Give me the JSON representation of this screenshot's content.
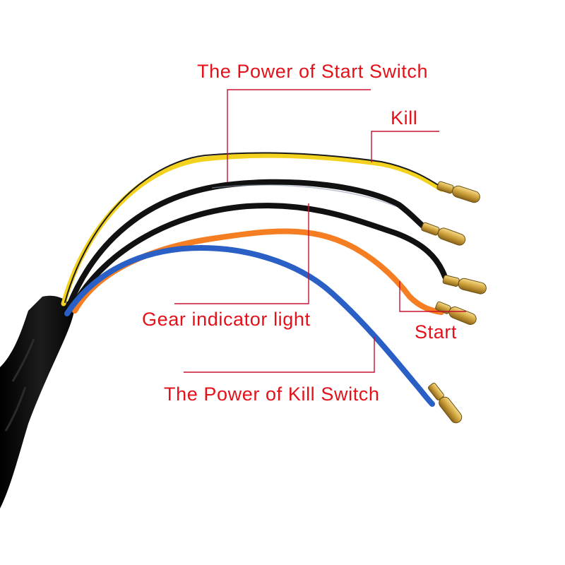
{
  "labels": {
    "power_start_switch": "The Power of Start Switch",
    "kill": "Kill",
    "gear_indicator_light": "Gear indicator light",
    "start": "Start",
    "power_kill_switch": "The Power of Kill Switch"
  },
  "colors": {
    "label_text": "#e3121a",
    "callout_line": "#c8102e",
    "wire_yellow": "#f2d21e",
    "wire_black": "#111111",
    "wire_orange": "#f57d22",
    "wire_blue": "#2a5fc6",
    "sheath": "#0c0c0c",
    "terminal_gold": "#d7b04a"
  },
  "wires": [
    {
      "name": "yellow-black",
      "color": "yellow",
      "label": "Kill"
    },
    {
      "name": "black",
      "color": "black",
      "label": "The Power of Start Switch"
    },
    {
      "name": "black",
      "color": "black",
      "label": "Gear indicator light"
    },
    {
      "name": "orange",
      "color": "orange",
      "label": "Start"
    },
    {
      "name": "blue",
      "color": "blue",
      "label": "The Power of Kill Switch"
    }
  ]
}
